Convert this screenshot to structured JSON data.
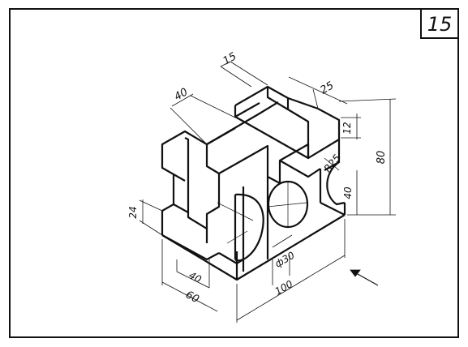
{
  "sheet": {
    "number": "15"
  },
  "dimensions": {
    "d15": "15",
    "d40_top": "40",
    "d25": "25",
    "d12": "12",
    "d80": "80",
    "r25": "R25",
    "d40_right": "40",
    "d24": "24",
    "d40_bottom": "40",
    "d60": "60",
    "d30": "ф30",
    "d100": "100"
  },
  "colors": {
    "ink": "#111111",
    "paper": "#ffffff"
  }
}
